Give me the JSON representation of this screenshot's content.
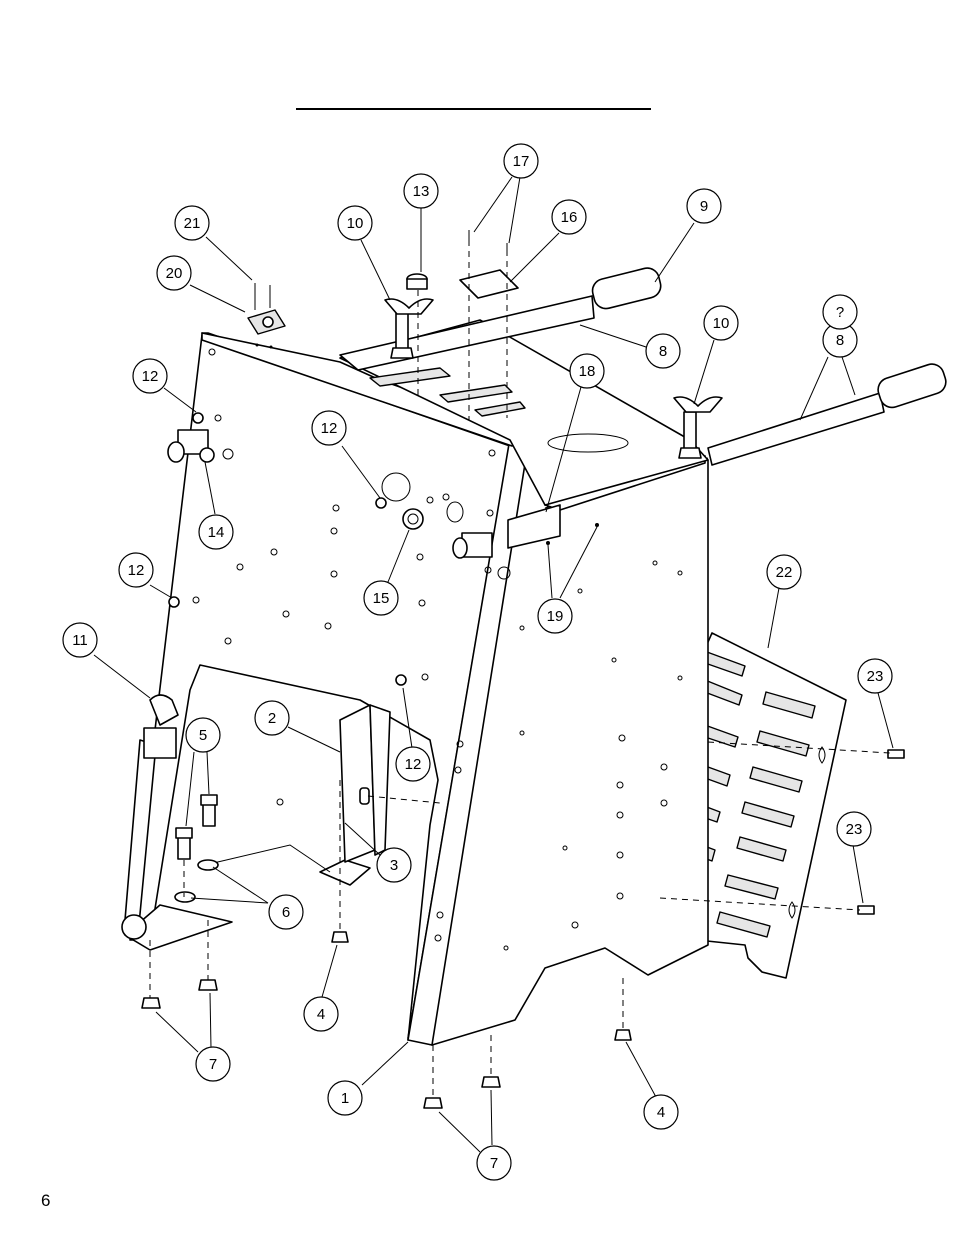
{
  "page_number": "6",
  "callouts": [
    {
      "label": "1"
    },
    {
      "label": "2"
    },
    {
      "label": "3"
    },
    {
      "label": "4"
    },
    {
      "label": "4"
    },
    {
      "label": "5"
    },
    {
      "label": "6"
    },
    {
      "label": "7"
    },
    {
      "label": "7"
    },
    {
      "label": "8"
    },
    {
      "label": "8"
    },
    {
      "label": "?"
    },
    {
      "label": "9"
    },
    {
      "label": "10"
    },
    {
      "label": "10"
    },
    {
      "label": "11"
    },
    {
      "label": "12"
    },
    {
      "label": "12"
    },
    {
      "label": "12"
    },
    {
      "label": "12"
    },
    {
      "label": "13"
    },
    {
      "label": "14"
    },
    {
      "label": "15"
    },
    {
      "label": "16"
    },
    {
      "label": "17"
    },
    {
      "label": "18"
    },
    {
      "label": "19"
    },
    {
      "label": "20"
    },
    {
      "label": "21"
    },
    {
      "label": "22"
    },
    {
      "label": "23"
    },
    {
      "label": "23"
    }
  ]
}
